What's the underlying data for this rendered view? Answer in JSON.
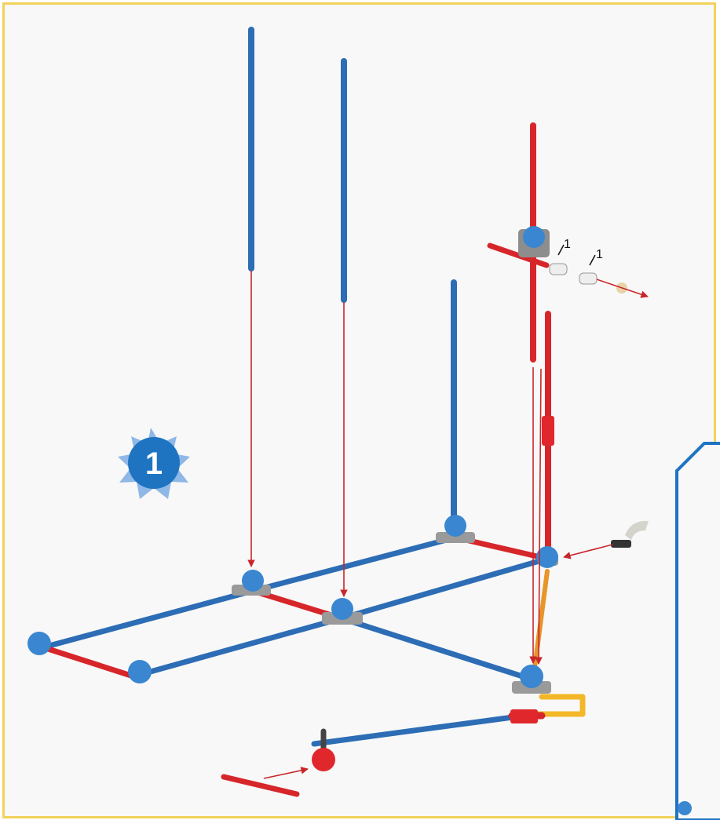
{
  "step": {
    "number": "1"
  },
  "quantity_labels": [
    "1",
    "1"
  ],
  "colors": {
    "frame_border": "#f2d25c",
    "rod_blue": "#2d6db5",
    "rod_red": "#d7262a",
    "rod_orange": "#e8952a",
    "connector_blue": "#3a86d0",
    "connector_gray": "#9a9a9a",
    "connector_red": "#e0282c",
    "arrow": "#c8262a",
    "badge": "#1f74c2",
    "badge_star": "#8fb8e6",
    "inset_border": "#1f74c2"
  },
  "icons": [
    "step-badge-icon",
    "rod-icon",
    "connector-icon",
    "spacer-icon",
    "arrow-icon"
  ]
}
